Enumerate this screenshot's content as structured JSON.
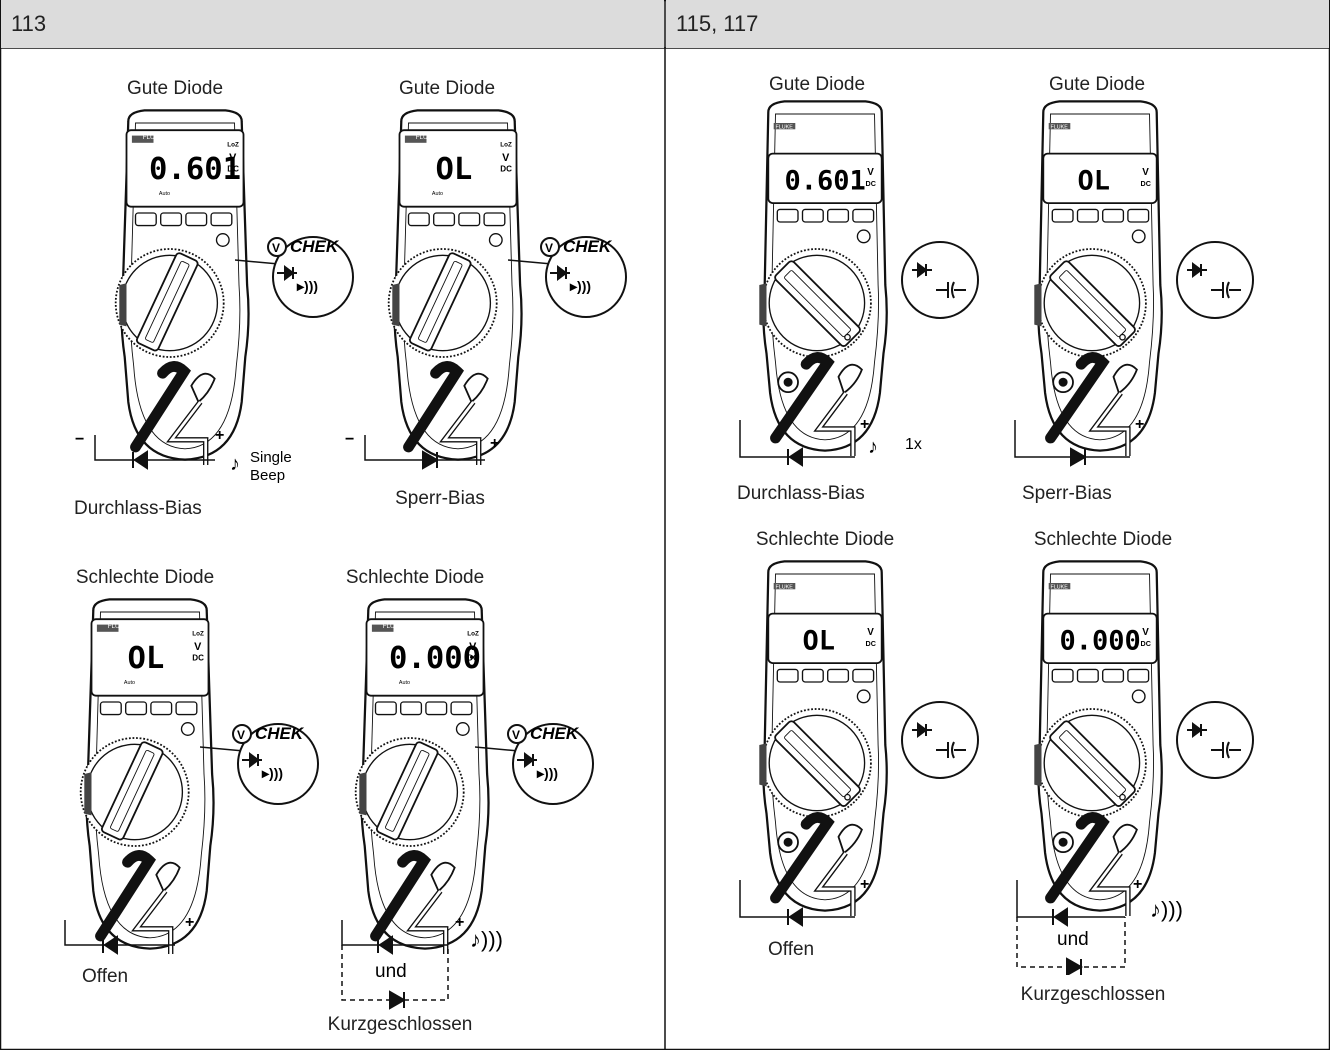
{
  "header": {
    "left": "113",
    "right": "115, 117"
  },
  "panels": [
    {
      "title": "Gute Diode",
      "display": "0.601",
      "bias": "Durchlass-Bias",
      "beep_a": "Single",
      "beep_b": "Beep",
      "dial_brand": "CHEK"
    },
    {
      "title": "Gute Diode",
      "display": "OL",
      "bias": "Sperr-Bias",
      "dial_brand": "CHEK"
    },
    {
      "title": "Schlechte Diode",
      "display": "OL",
      "bias": "Offen",
      "dial_brand": "CHEK"
    },
    {
      "title": "Schlechte Diode",
      "display": "0.000",
      "bias": "Kurzgeschlossen",
      "und": "und",
      "dial_brand": "CHEK"
    },
    {
      "title": "Gute Diode",
      "display": "0.601",
      "bias": "Durchlass-Bias",
      "beep": "1x"
    },
    {
      "title": "Gute Diode",
      "display": "OL",
      "bias": "Sperr-Bias"
    },
    {
      "title": "Schlechte Diode",
      "display": "OL",
      "bias": "Offen"
    },
    {
      "title": "Schlechte Diode",
      "display": "0.000",
      "bias": "Kurzgeschlossen",
      "und": "und"
    }
  ],
  "meter_brand": "FLUKE",
  "range_loz": "LoZ",
  "range_auto": "Auto",
  "unit_v": "V",
  "unit_dc": "DC"
}
